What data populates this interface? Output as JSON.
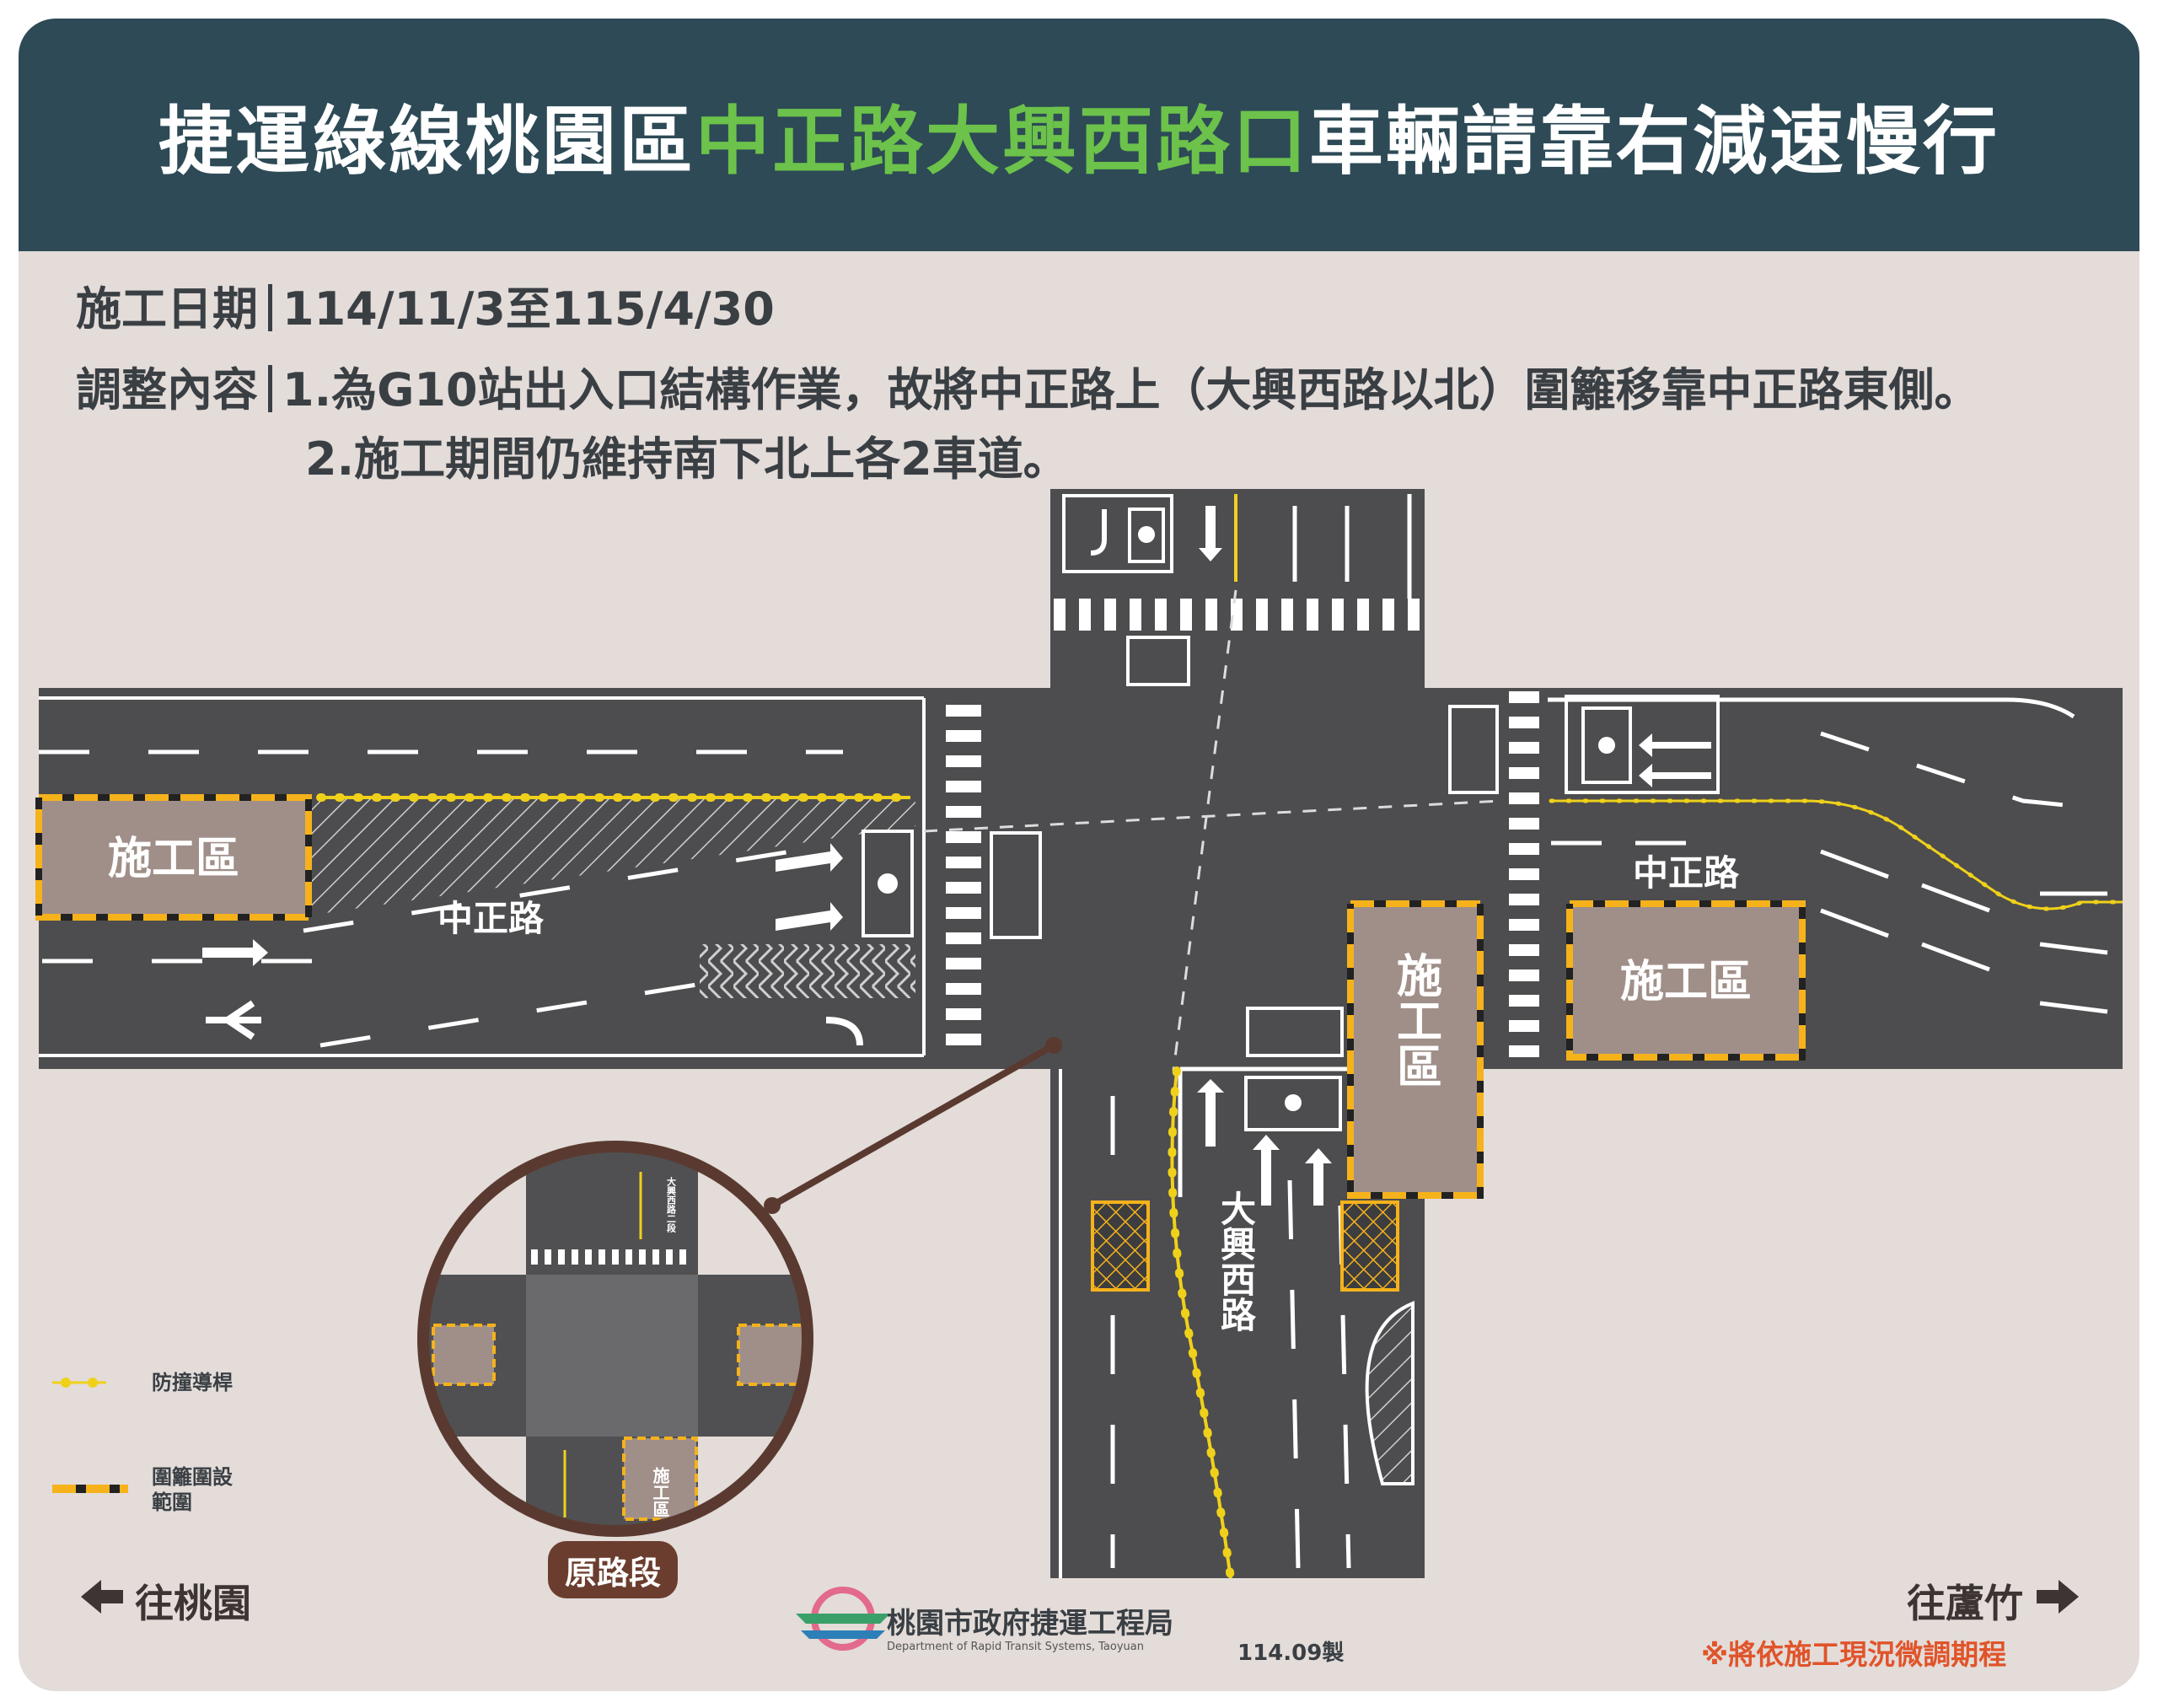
{
  "header": {
    "title_part1": "捷運綠線桃園區",
    "title_highlight": "中正路大興西路口",
    "title_part2": "車輛請靠右減速慢行"
  },
  "info": {
    "date_label": "施工日期",
    "date_value": "114/11/3至115/4/30",
    "content_label": "調整內容",
    "item1": "1.為G10站出入口結構作業，故將中正路上（大興西路以北）圍籬移靠中正路東側。",
    "item2": "2.施工期間仍維持南下北上各2車道。"
  },
  "map": {
    "road_west": "中正路",
    "road_east": "中正路",
    "road_south": "大興西路",
    "work_zone": "施工區",
    "inset_work_zone": "施工區",
    "inset_road": "大興西路二段",
    "inset_caption": "原路段"
  },
  "legend": {
    "barrier_label": "防撞導桿",
    "fence_label_line1": "圍籬圍設",
    "fence_label_line2": "範圍"
  },
  "footer": {
    "west_direction": "往桃園",
    "east_direction": "往蘆竹",
    "agency_cn": "桃園市政府捷運工程局",
    "agency_en": "Department of Rapid Transit Systems, Taoyuan",
    "made": "114.09製",
    "note": "※將依施工現況微調期程"
  },
  "colors": {
    "header_bg": "#2d4a56",
    "highlight": "#6cc24a",
    "background": "#e3dcd9",
    "road": "#4d4d4f",
    "work_zone_fill": "#a08f89",
    "fence_yellow": "#f5b21b",
    "barrier_yellow": "#f0d11a",
    "note_orange": "#e0542a"
  }
}
